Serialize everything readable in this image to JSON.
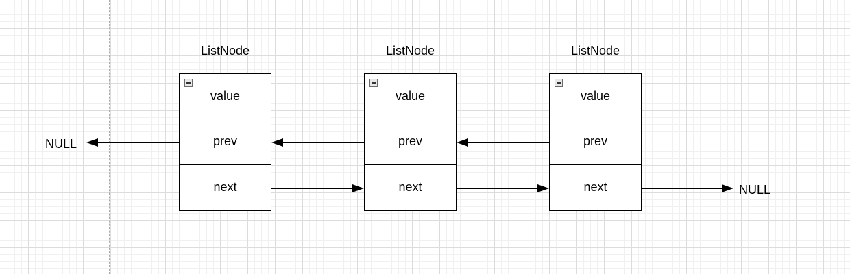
{
  "nodes": [
    {
      "title": "ListNode",
      "fields": [
        "value",
        "prev",
        "next"
      ]
    },
    {
      "title": "ListNode",
      "fields": [
        "value",
        "prev",
        "next"
      ]
    },
    {
      "title": "ListNode",
      "fields": [
        "value",
        "prev",
        "next"
      ]
    }
  ],
  "null_left": "NULL",
  "null_right": "NULL",
  "colors": {
    "stroke": "#000000",
    "grid": "#dcdcdc"
  }
}
